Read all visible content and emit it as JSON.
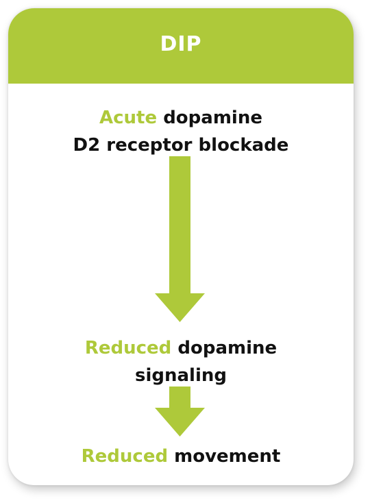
{
  "header": {
    "title": "DIP"
  },
  "steps": [
    {
      "highlight": "Acute",
      "line1_rest": "dopamine",
      "line2": "D2 receptor blockade"
    },
    {
      "highlight": "Reduced",
      "line1_rest": "dopamine",
      "line2": "signaling"
    },
    {
      "highlight": "Reduced",
      "line1_rest": "movement"
    }
  ],
  "colors": {
    "accent": "#aec93a",
    "text": "#111111",
    "header_text": "#ffffff",
    "card_background": "#ffffff"
  },
  "icons": [
    "arrow-down-long",
    "arrow-down-short"
  ]
}
